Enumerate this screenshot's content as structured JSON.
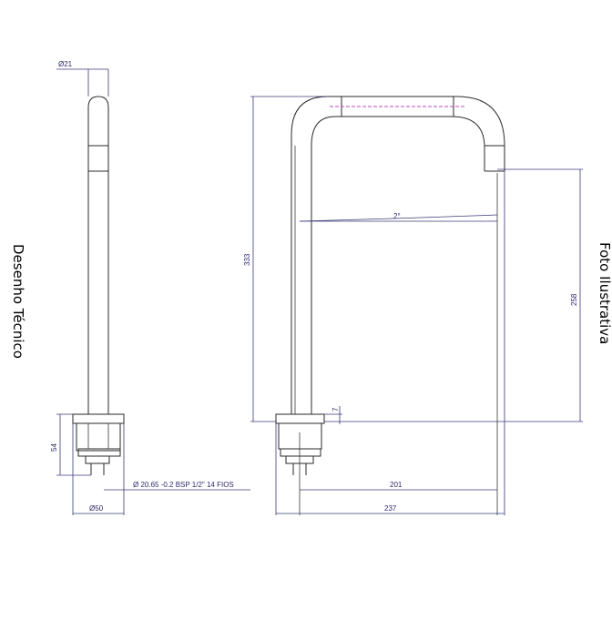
{
  "labels": {
    "left_title": "Desenho Técnico",
    "right_title": "Foto Ilustrativa"
  },
  "dimensions": {
    "top_diameter": "Ø21",
    "base_height": "54",
    "base_diameter": "Ø50",
    "thread": "Ø 20.65 -0.2 BSP 1/2\"  14 FIOS",
    "total_height": "333",
    "outlet_height": "258",
    "angle": "2°",
    "small_offset": "7",
    "spout_reach": "201",
    "total_width": "237"
  }
}
